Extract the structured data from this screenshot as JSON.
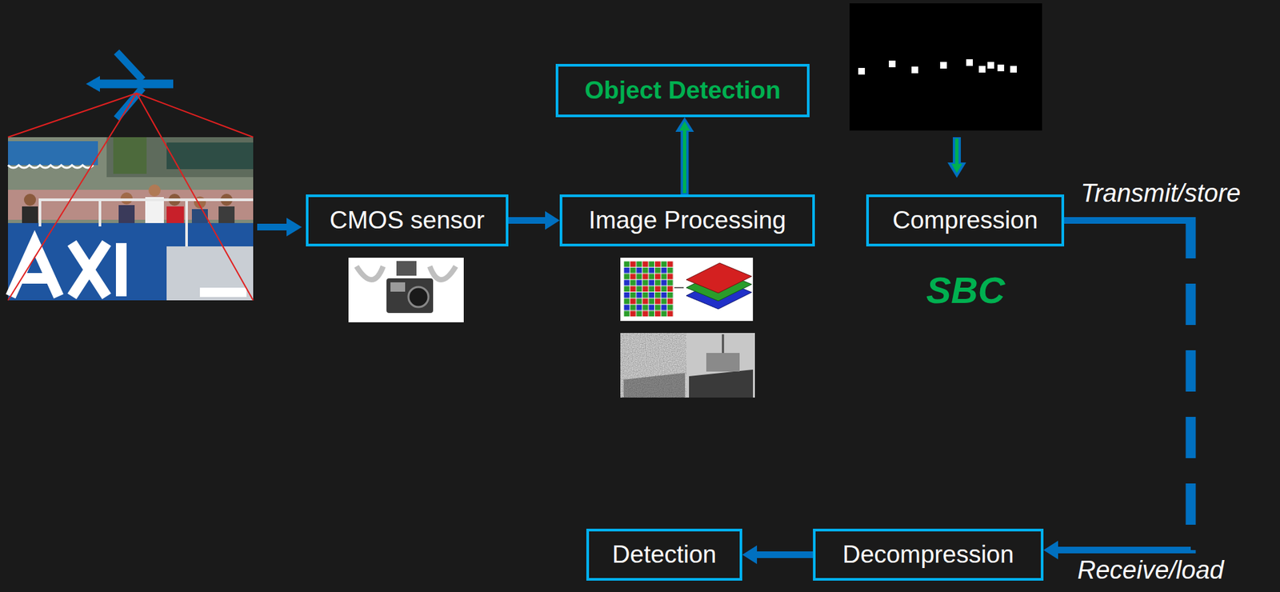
{
  "diagram": {
    "nodes": [
      {
        "text": [
          "CMOS sensor"
        ]
      },
      {
        "text": [
          "Image Processing"
        ]
      },
      {
        "text": [
          "Object Detection"
        ]
      },
      {
        "text": [
          "Compression"
        ]
      },
      {
        "text": [
          "Decompression"
        ]
      },
      {
        "text": [
          "Detection"
        ]
      }
    ],
    "edges": [
      {
        "from": 0,
        "to": 1,
        "arrow": "to"
      },
      {
        "from": 1,
        "to": 2,
        "arrow": "to"
      },
      {
        "from": 3,
        "to": 4,
        "arrow": "to"
      },
      {
        "from": 4,
        "to": 5,
        "arrow": "to"
      }
    ],
    "labels": [
      "SBC",
      "Transmit/store",
      "Receive/load"
    ]
  }
}
